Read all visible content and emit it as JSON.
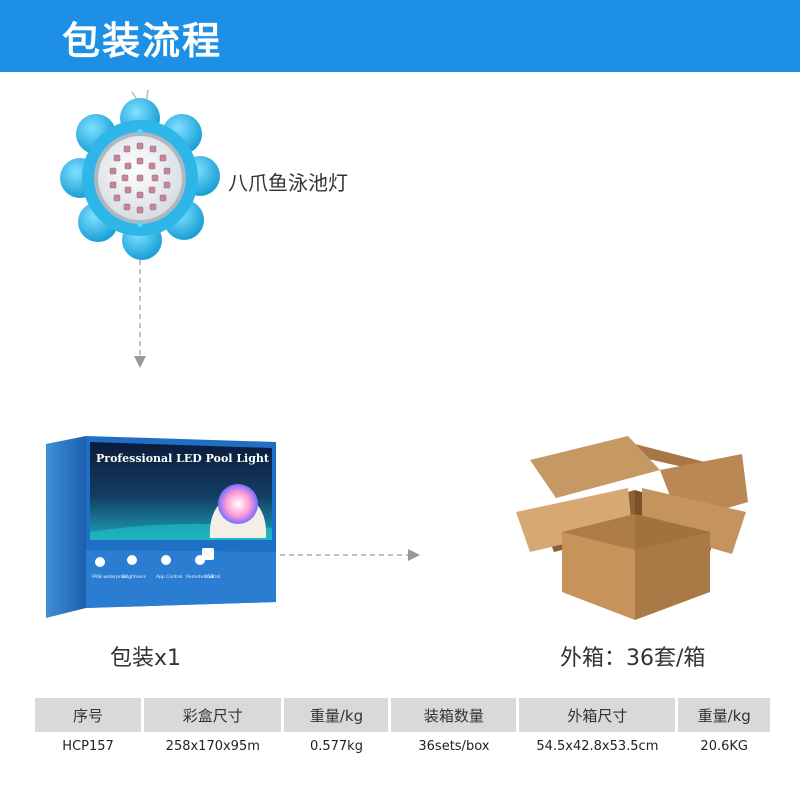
{
  "header": {
    "title": "包装流程"
  },
  "product": {
    "name": "八爪鱼泳池灯"
  },
  "package": {
    "caption": "包装x1",
    "box_title": "Professional LED Pool Light",
    "features": [
      "IP68 waterproof",
      "Brightness",
      "App Control",
      "Remote control",
      "RGB"
    ]
  },
  "carton": {
    "caption": "外箱：36套/箱"
  },
  "specs": {
    "headers": [
      "序号",
      "彩盒尺寸",
      "重量/kg",
      "装箱数量",
      "外箱尺寸",
      "重量/kg"
    ],
    "rows": [
      [
        "HCP157",
        "258x170x95m",
        "0.577kg",
        "36sets/box",
        "54.5x42.8x53.5cm",
        "20.6KG"
      ]
    ]
  },
  "colors": {
    "header_bg": "#1d8fe5",
    "lamp_blue": "#2fb6e8",
    "box_blue": "#1f6fc4",
    "carton_brown": "#c89a66"
  }
}
